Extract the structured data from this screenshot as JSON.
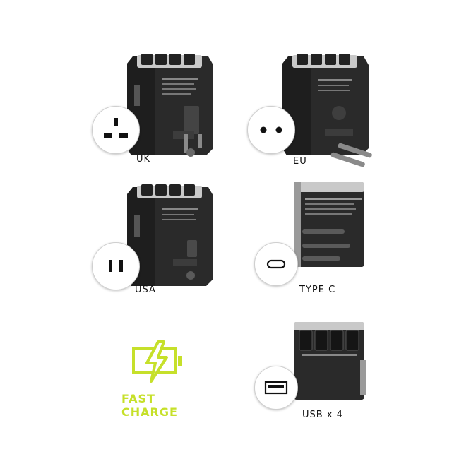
{
  "colors": {
    "adapter_body": "#2a2a2a",
    "adapter_dark": "#1b1b1b",
    "adapter_edge": "#3b3b3b",
    "adapter_grey": "#9a9a9a",
    "accent_green": "#c6e02a"
  },
  "panels": [
    {
      "label": "UK",
      "socket_icon": "uk-socket-icon"
    },
    {
      "label": "EU",
      "socket_icon": "eu-socket-icon"
    },
    {
      "label": "USA",
      "socket_icon": "usa-socket-icon"
    },
    {
      "label": "TYPE C",
      "socket_icon": "usb-c-port-icon"
    },
    {
      "label": "USB x 4",
      "socket_icon": "usb-a-port-icon"
    }
  ],
  "fast_charge": {
    "label": "FAST CHARGE",
    "icon": "battery-bolt-icon"
  }
}
